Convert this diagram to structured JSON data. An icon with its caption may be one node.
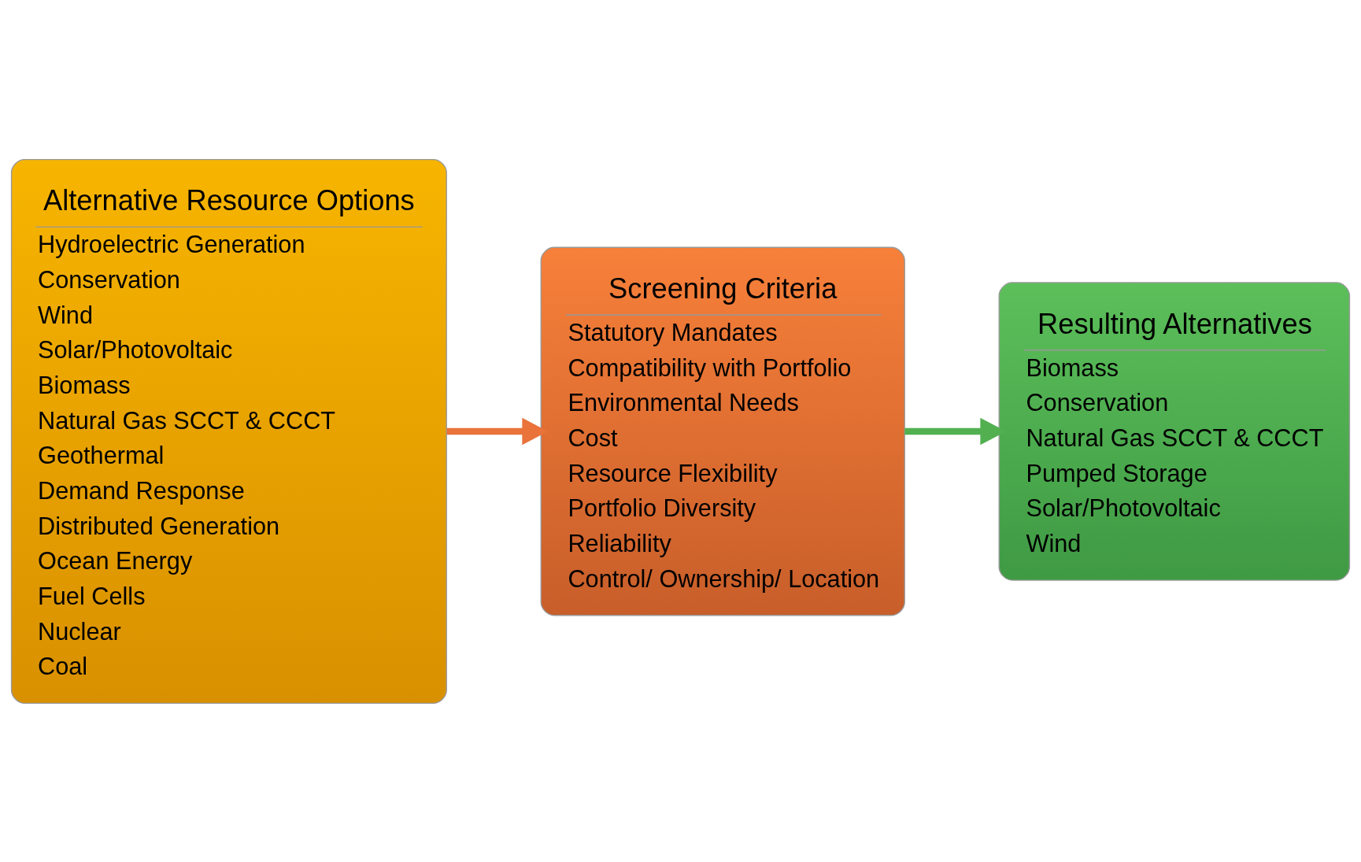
{
  "diagram": {
    "nodes": [
      {
        "text": [
          "Alternative Resource Options",
          "Hydroelectric Generation",
          "Conservation",
          "Wind",
          "Solar/Photovoltaic",
          "Biomass",
          "Natural Gas SCCT & CCCT",
          "Geothermal",
          "Demand Response",
          "Distributed Generation",
          "Ocean Energy",
          "Fuel Cells",
          "Nuclear",
          "Coal"
        ]
      },
      {
        "text": [
          "Screening Criteria",
          "Statutory Mandates",
          "Compatibility with Portfolio",
          "Environmental Needs",
          "Cost",
          "Resource Flexibility",
          "Portfolio Diversity",
          "Reliability",
          "Control/ Ownership/ Location"
        ]
      },
      {
        "text": [
          "Resulting Alternatives",
          "Biomass",
          "Conservation",
          "Natural Gas SCCT & CCCT",
          "Pumped Storage",
          "Solar/Photovoltaic",
          "Wind"
        ]
      }
    ],
    "edges": [
      {
        "from": 0,
        "to": 1,
        "arrow": "to",
        "color": "#e9733a"
      },
      {
        "from": 1,
        "to": 2,
        "arrow": "to",
        "color": "#52b050"
      }
    ]
  }
}
